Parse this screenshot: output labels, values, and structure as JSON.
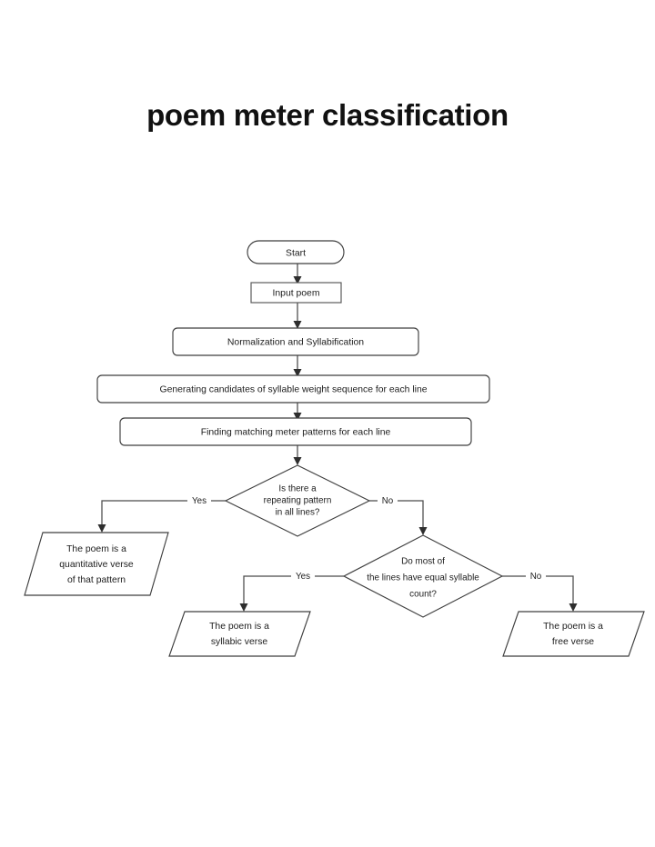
{
  "page": {
    "title": "poem meter classification",
    "background_color": "#ffffff",
    "text_color": "#1a1a1a",
    "line_color": "#4a4a4a"
  },
  "chart_data": {
    "type": "diagram",
    "diagram_type": "flowchart",
    "title": "poem meter classification",
    "orientation": "top-to-bottom",
    "nodes": [
      {
        "id": "start",
        "shape": "stadium",
        "label": "Start"
      },
      {
        "id": "input",
        "shape": "rectangle",
        "label": "Input poem"
      },
      {
        "id": "normalize",
        "shape": "rounded-rect",
        "label": "Normalization and Syllabification"
      },
      {
        "id": "candidates",
        "shape": "rounded-rect",
        "label": "Generating candidates of syllable weight sequence for each line"
      },
      {
        "id": "matching",
        "shape": "rounded-rect",
        "label": "Finding matching meter patterns for each line"
      },
      {
        "id": "decision1",
        "shape": "diamond",
        "label": "Is there a repeating pattern in all lines?",
        "lines": [
          "Is there a",
          "repeating pattern",
          "in all lines?"
        ]
      },
      {
        "id": "decision2",
        "shape": "diamond",
        "label": "Do most of the lines have equal syllable count?",
        "lines": [
          "Do most of",
          "the lines have equal syllable",
          "count?"
        ]
      },
      {
        "id": "quantitative",
        "shape": "parallelogram",
        "label": "The poem is a quantitative verse of that pattern",
        "lines": [
          "The poem is a",
          "quantitative verse",
          "of that pattern"
        ]
      },
      {
        "id": "syllabic",
        "shape": "parallelogram",
        "label": "The poem is a syllabic verse",
        "lines": [
          "The poem is a",
          "syllabic verse"
        ]
      },
      {
        "id": "free",
        "shape": "parallelogram",
        "label": "The poem is a free verse",
        "lines": [
          "The poem is a",
          "free verse"
        ]
      }
    ],
    "edges": [
      {
        "from": "start",
        "to": "input",
        "label": ""
      },
      {
        "from": "input",
        "to": "normalize",
        "label": ""
      },
      {
        "from": "normalize",
        "to": "candidates",
        "label": ""
      },
      {
        "from": "candidates",
        "to": "matching",
        "label": ""
      },
      {
        "from": "matching",
        "to": "decision1",
        "label": ""
      },
      {
        "from": "decision1",
        "to": "quantitative",
        "label": "Yes"
      },
      {
        "from": "decision1",
        "to": "decision2",
        "label": "No"
      },
      {
        "from": "decision2",
        "to": "syllabic",
        "label": "Yes"
      },
      {
        "from": "decision2",
        "to": "free",
        "label": "No"
      }
    ]
  },
  "labels": {
    "start": "Start",
    "input": "Input poem",
    "normalize": "Normalization and Syllabification",
    "candidates": "Generating candidates of syllable weight sequence for each line",
    "matching": "Finding matching meter patterns for each line",
    "decision1_l1": "Is there a",
    "decision1_l2": "repeating pattern",
    "decision1_l3": "in all lines?",
    "decision2_l1": "Do most of",
    "decision2_l2": "the lines have equal syllable",
    "decision2_l3": "count?",
    "quantitative_l1": "The poem is a",
    "quantitative_l2": "quantitative verse",
    "quantitative_l3": "of that pattern",
    "syllabic_l1": "The poem is a",
    "syllabic_l2": "syllabic verse",
    "free_l1": "The poem is a",
    "free_l2": "free verse",
    "yes1": "Yes",
    "no1": "No",
    "yes2": "Yes",
    "no2": "No"
  }
}
